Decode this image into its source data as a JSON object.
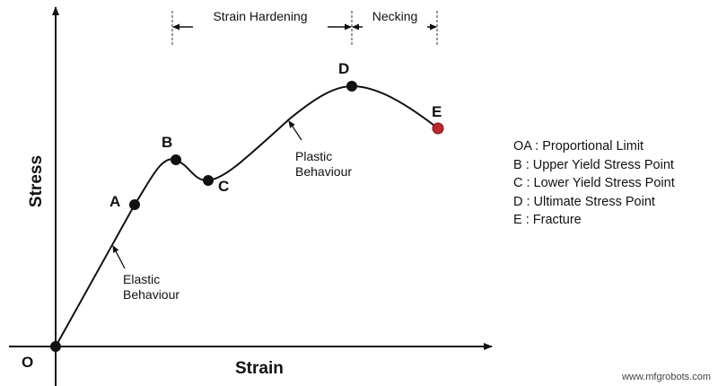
{
  "colors": {
    "ink": "#111111",
    "fracture": "#c0262d"
  },
  "diagram": {
    "axes": {
      "x_label": "Strain",
      "y_label": "Stress",
      "origin_label": "O"
    },
    "points": {
      "A": "A",
      "B": "B",
      "C": "C",
      "D": "D",
      "E": "E"
    },
    "annotations": {
      "elastic_line1": "Elastic",
      "elastic_line2": "Behaviour",
      "plastic_line1": "Plastic",
      "plastic_line2": "Behaviour"
    },
    "spans": {
      "strain_hardening": "Strain Hardening",
      "necking": "Necking"
    }
  },
  "legend": {
    "items": [
      "OA : Proportional Limit",
      "B : Upper Yield Stress Point",
      "C : Lower Yield Stress Point",
      "D : Ultimate Stress Point",
      "E : Fracture"
    ]
  },
  "watermark": "www.mfgrobots.com"
}
